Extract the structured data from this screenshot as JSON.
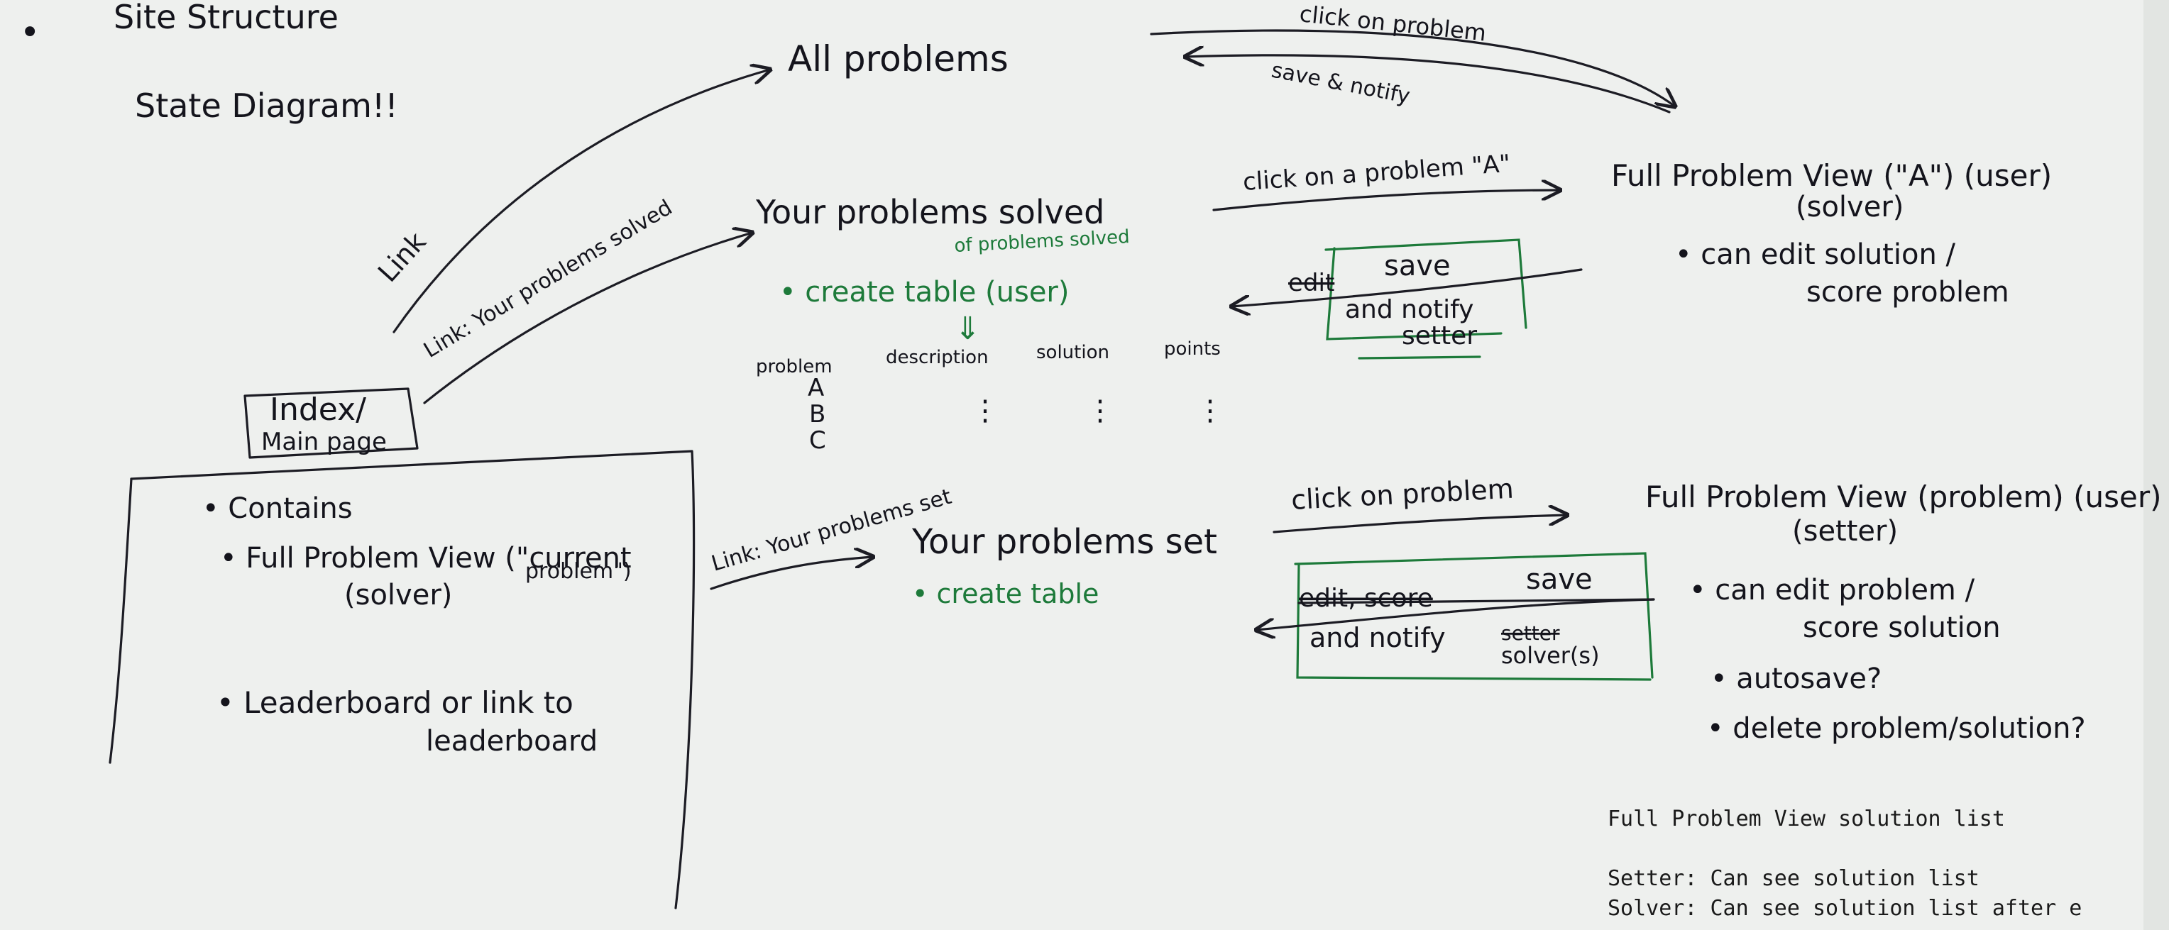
{
  "header": {
    "bullet": "•",
    "title": "Site Structure",
    "subtitle": "State Diagram!!"
  },
  "index_box": {
    "line1": "Index/",
    "line2": "Main page"
  },
  "links": {
    "all_problems": "Link",
    "problems_solved": "Link: Your problems solved",
    "problems_set": "Link: Your problems set"
  },
  "all_problems": {
    "title": "All problems",
    "click_label": "click on problem",
    "save_label": "save & notify"
  },
  "problems_solved": {
    "title": "Your problems solved",
    "note": "of problems solved",
    "bullet": "• create table (user)",
    "down_arrow": "⇓",
    "columns": [
      "problem",
      "description",
      "solution",
      "points"
    ],
    "rows": [
      "A",
      "B",
      "C"
    ],
    "ellipsis": "⋮"
  },
  "solver_view": {
    "click_label": "click on a problem \"A\"",
    "title": "Full Problem View (\"A\") (user)",
    "role": "(solver)",
    "bullet1_line1": "• can edit solution /",
    "bullet1_line2": "score problem",
    "save_box": {
      "struck": "edit",
      "save": "save",
      "line2": "and notify",
      "line3": "setter"
    }
  },
  "main_page_contents": {
    "item1": "• Contains",
    "item2": "• Full Problem View (\"current",
    "item2_cont": "problem\")",
    "item2_role": "(solver)",
    "item3": "• Leaderboard or link to",
    "item3_cont": "leaderboard"
  },
  "problems_set": {
    "title": "Your problems set",
    "bullet": "• create table"
  },
  "setter_view": {
    "click_label": "click on problem",
    "title": "Full Problem View (problem) (user)",
    "role": "(setter)",
    "bullet1_line1": "• can edit problem /",
    "bullet1_line2": "score solution",
    "bullet2": "• autosave?",
    "bullet3": "• delete problem/solution?",
    "save_box": {
      "struck": "edit, score",
      "save": "save",
      "line2": "and notify",
      "line3_struck": "setter",
      "line3": "solver(s)"
    }
  },
  "typed_note": {
    "line1": "Full Problem View solution list",
    "line2": "Setter: Can see solution list",
    "line3": "Solver: Can see solution list after e"
  },
  "colors": {
    "ink": "#14141c",
    "green": "#1d7a3a",
    "paper": "#eef0ee"
  }
}
